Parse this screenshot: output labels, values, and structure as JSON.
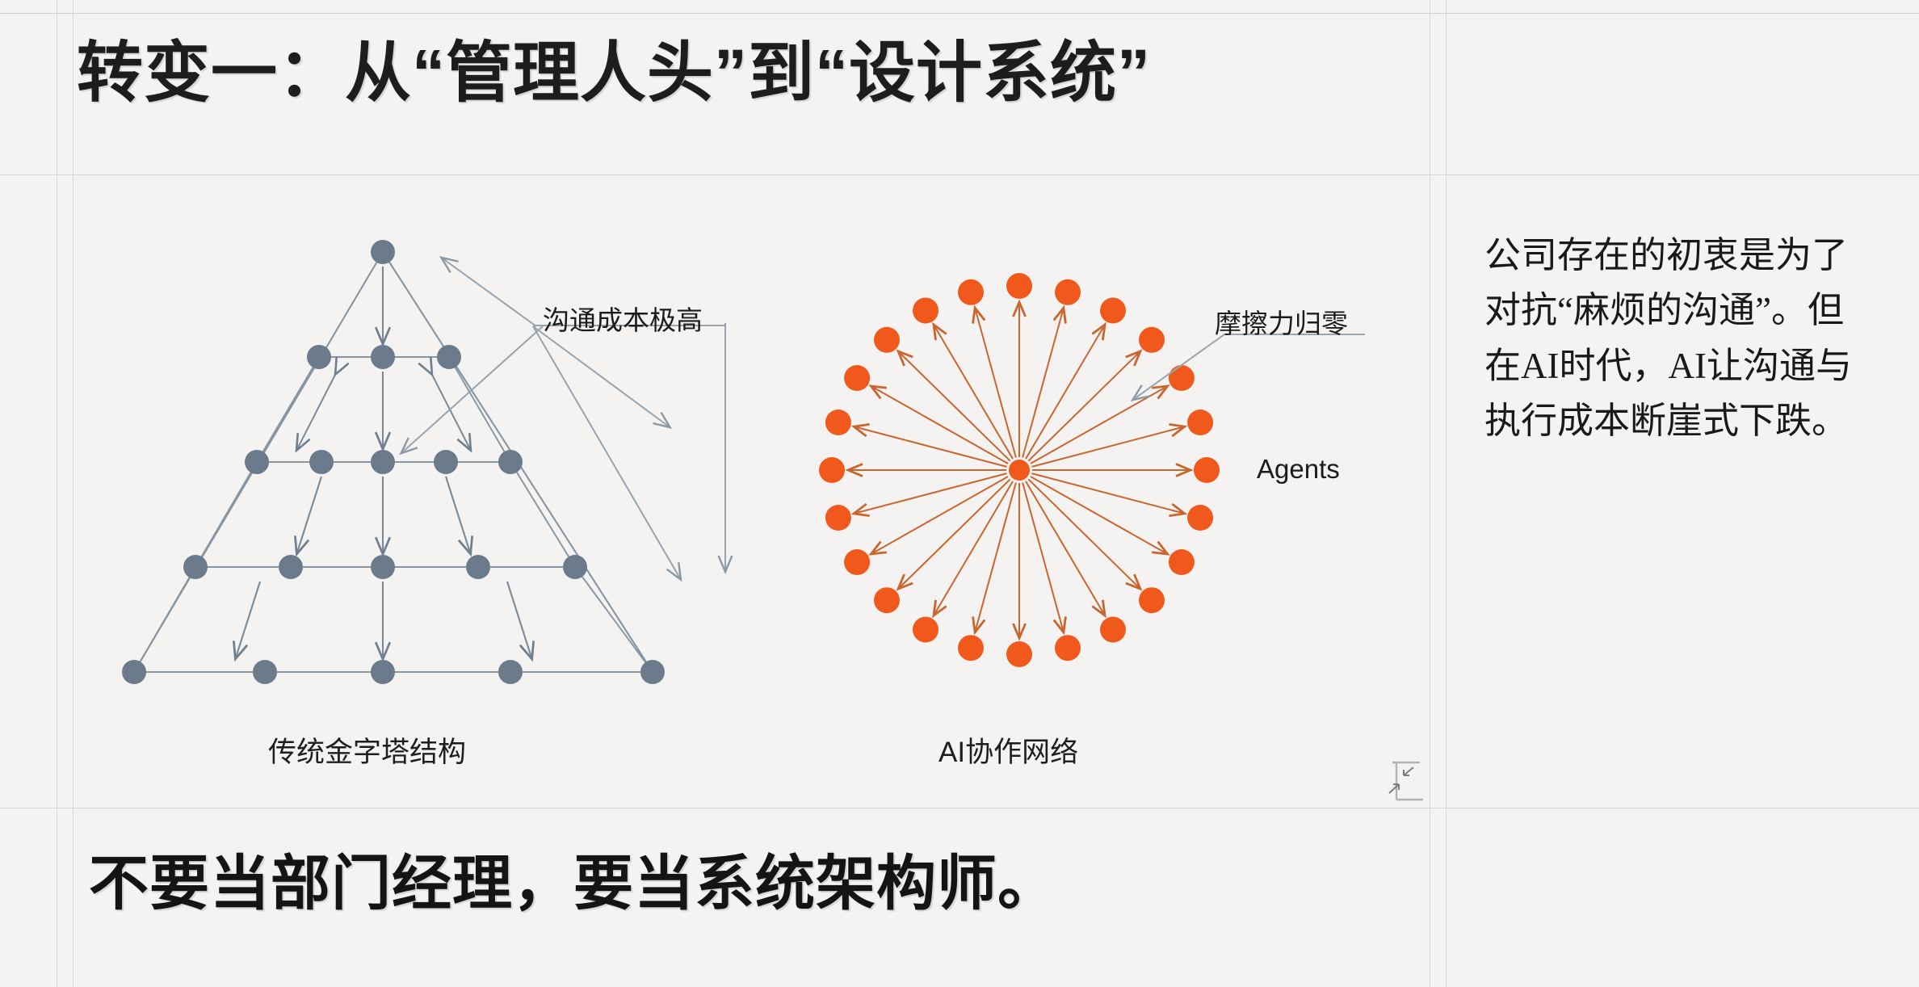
{
  "slide": {
    "title": "转变一：从“管理人头”到“设计系统”",
    "slogan": "不要当部门经理，要当系统架构师。",
    "side_note": "公司存在的初衷是为了对抗“麻烦的沟通”。但在AI时代，AI让沟通与执行成本断崖式下跌。"
  },
  "diagrams": {
    "pyramid": {
      "caption": "传统金字塔结构",
      "annotation": "沟通成本极高",
      "node_color": "#6b7b8c",
      "line_color": "#7c8b9a",
      "rows": [
        1,
        3,
        5,
        5,
        5
      ]
    },
    "network": {
      "caption": "AI协作网络",
      "annotation": "摩擦力归零",
      "legend_label": "Agents",
      "node_color": "#f1591c",
      "line_color": "#c9652f",
      "spoke_count": 24,
      "hub_radius": 13,
      "node_radius": 16
    }
  },
  "colors": {
    "background": "#f4f4f2",
    "guide": "#d5d5d5",
    "text": "#1d1d1d",
    "accent_orange": "#f1591c",
    "accent_slate": "#6b7b8c"
  },
  "chart_data": {
    "type": "diagram",
    "title": "转变一：从“管理人头”到“设计系统”",
    "panels": [
      {
        "name": "传统金字塔结构",
        "type": "hierarchy",
        "annotation": "沟通成本极高",
        "levels": 5,
        "nodes_per_level": [
          1,
          3,
          5,
          5,
          5
        ],
        "total_nodes": 19,
        "color": "#6b7b8c",
        "description": "Top-down pyramid with downward command arrows and bidirectional peer arrows indicating high communication cost"
      },
      {
        "name": "AI协作网络",
        "type": "radial-star",
        "annotation": "摩擦力归零",
        "legend": "Agents",
        "hub_nodes": 1,
        "spoke_nodes": 24,
        "color": "#f1591c",
        "description": "Single hub connected by bidirectional arrows to 24 evenly spaced agent nodes on a circle"
      }
    ]
  }
}
